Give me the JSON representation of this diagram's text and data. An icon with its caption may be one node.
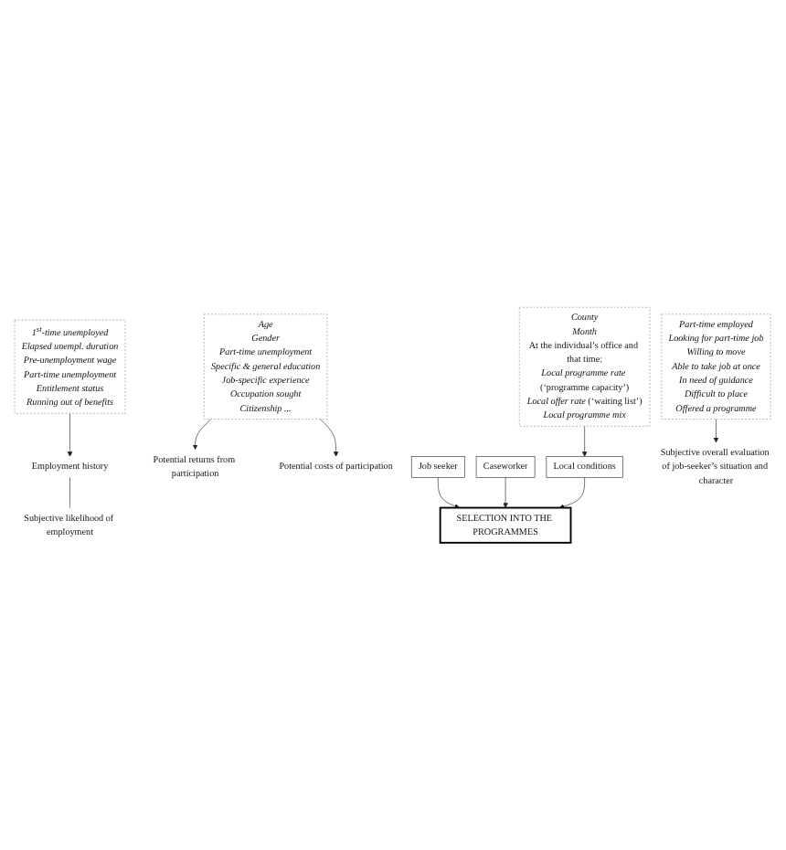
{
  "diagram": {
    "nodes": [
      {
        "text": [
          "1$^{st}$-time unemployed",
          "Elapsed unempl. duration",
          "Pre-unemployment wage",
          "Part-time unemployment",
          "Entitlement status",
          "Running out of benefits"
        ]
      },
      {
        "text": [
          "Age",
          "Gender",
          "Part-time unemployment",
          "Specific & general education",
          "Job-specific experience",
          "Occupation sought",
          "Citizenship ..."
        ]
      },
      {
        "text": [
          "Employment history"
        ]
      },
      {
        "text": [
          "Subjective likelihood of employment"
        ]
      },
      {
        "text": [
          "Potential returns from participation"
        ]
      },
      {
        "text": [
          "Potential costs of participation"
        ]
      },
      {
        "text": [
          "Job seeker"
        ]
      },
      {
        "text": [
          "SELECTION INTO THE PROGRAMMES"
        ]
      },
      {
        "text": [
          "Caseworker"
        ]
      },
      {
        "text": [
          "Local conditions"
        ]
      },
      {
        "text": [
          "Subjective overall evaluation of job-seeker’s situation and character"
        ]
      },
      {
        "text": [
          "Part-time employed",
          "Looking for part-time job",
          "Willing to move",
          "Able to take job at once",
          "In need of guidance",
          "Difficult to place",
          "Offered a programme"
        ]
      },
      {
        "text": [
          "County",
          "Month",
          "At the individual’s office and that time:",
          "*Local programme rate* (‘programme capacity’)",
          "*Local offer rate* (‘waiting list’)",
          "Local programme mix"
        ]
      }
    ],
    "edges": [
      {
        "from": 0,
        "to": 2,
        "arrow": "to"
      },
      {
        "from": 2,
        "to": 3,
        "arrow": "none"
      },
      {
        "from": 1,
        "to": 4,
        "arrow": "to"
      },
      {
        "from": 1,
        "to": 5,
        "arrow": "to"
      },
      {
        "from": 6,
        "to": 7,
        "arrow": "to"
      },
      {
        "from": 8,
        "to": 7,
        "arrow": "to"
      },
      {
        "from": 9,
        "to": 7,
        "arrow": "to"
      },
      {
        "from": 11,
        "to": 10,
        "arrow": "to"
      },
      {
        "from": 12,
        "to": 9,
        "arrow": "to"
      }
    ]
  }
}
